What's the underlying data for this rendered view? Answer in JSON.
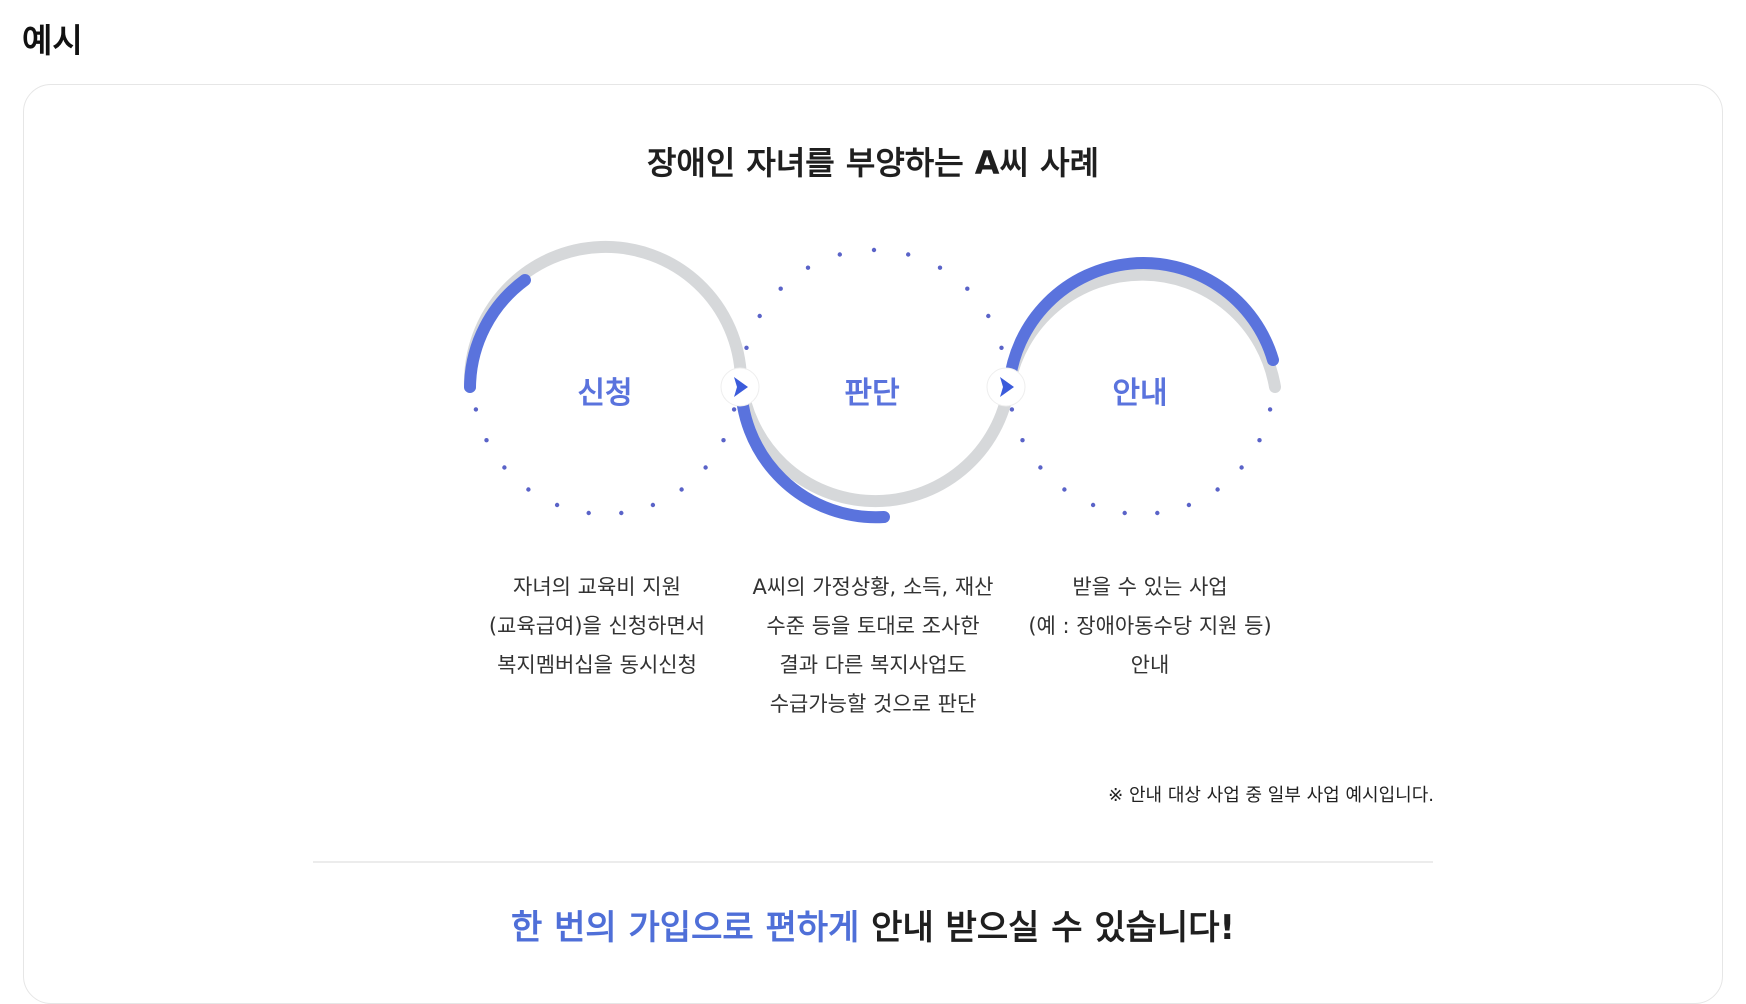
{
  "section_title": "예시",
  "case_title": "장애인 자녀를 부양하는 A씨 사례",
  "steps": [
    {
      "label": "신청",
      "desc": [
        "자녀의 교육비 지원",
        "(교육급여)을 신청하면서",
        "복지멤버십을 동시신청"
      ]
    },
    {
      "label": "판단",
      "desc": [
        "A씨의 가정상황, 소득, 재산",
        "수준 등을 토대로 조사한",
        "결과 다른 복지사업도",
        "수급가능할 것으로 판단"
      ]
    },
    {
      "label": "안내",
      "desc": [
        "받을 수 있는 사업",
        "(예 : 장애아동수당 지원 등)",
        "안내"
      ]
    }
  ],
  "note": "※ 안내 대상 사업 중 일부 사업 예시입니다.",
  "bottom_message": {
    "accent": "한 번의 가입으로 편하게",
    "rest": " 안내 받으실 수 있습니다!"
  },
  "colors": {
    "accent": "#5a73dd",
    "track": "#d6d8da",
    "dots": "#5a63c8",
    "arrow": "#3b5bdb"
  },
  "icons": [
    "arrow-right-icon",
    "arrow-right-icon"
  ]
}
